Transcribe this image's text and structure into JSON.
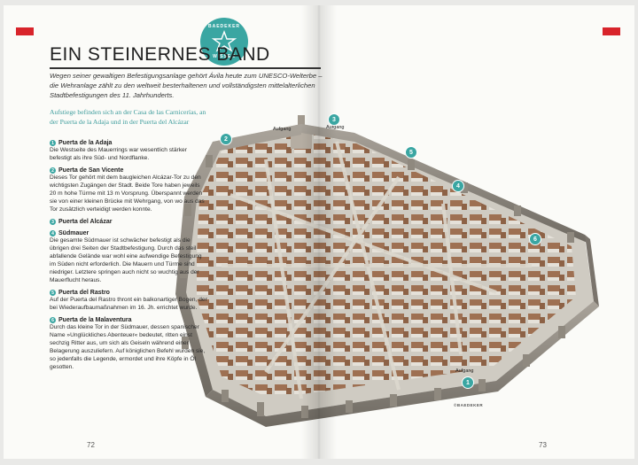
{
  "title": "EIN STEINERNES BAND",
  "badge": {
    "top": "BAEDEKER",
    "bottom": "WISSEN"
  },
  "intro": "Wegen seiner gewaltigen Befestigungsanlage gehört Ávila heute zum UNESCO-Welterbe – die Wehranlage zählt zu den weltweit besterhaltenen und vollständigsten mittelalterlichen Stadtbefestigungen des 11. Jahrhunderts.",
  "lead": "Aufstiege befinden sich an der Casa de las Carnicerías, an der Puerta de la Adaja und in der Puerta del Alcázar",
  "items": [
    {
      "num": "1",
      "head": "Puerta de la Adaja",
      "text": "Die Westseite des Mauerrings war wesentlich stärker befestigt als ihre Süd- und Nordflanke."
    },
    {
      "num": "2",
      "head": "Puerta de San Vicente",
      "text": "Dieses Tor gehört mit dem baugleichen Alcázar-Tor zu den wichtigsten Zugängen der Stadt. Beide Tore haben jeweils 20 m hohe Türme mit 13 m Vorsprung. Überspannt werden sie von einer kleinen Brücke mit Wehrgang, von wo aus das Tor zusätzlich verteidigt werden konnte."
    },
    {
      "num": "3",
      "head": "Puerta del Alcázar",
      "text": ""
    },
    {
      "num": "4",
      "head": "Südmauer",
      "text": "Die gesamte Südmauer ist schwächer befestigt als die übrigen drei Seiten der Stadtbefestigung. Durch das steil abfallende Gelände war wohl eine aufwendige Befestigung im Süden nicht erforderlich. Die Mauern und Türme sind niedriger. Letztere springen auch nicht so wuchtig aus der Mauerflucht heraus."
    },
    {
      "num": "5",
      "head": "Puerta del Rastro",
      "text": "Auf der Puerta del Rastro thront ein balkonartiger Bogen, der bei Wiederaufbaumaßnahmen im 16. Jh. errichtet wurde."
    },
    {
      "num": "6",
      "head": "Puerta de la Malaventura",
      "text": "Durch das kleine Tor in der Südmauer, dessen spanischer Name »Unglückliches Abenteuer« bedeutet, ritten einst sechzig Ritter aus, um sich als Geiseln während einer Belagerung auszuliefern. Auf königlichen Befehl wurden sie, so jedenfalls die Legende, ermordet und ihre Köpfe in Öl gesotten."
    }
  ],
  "page_left": "72",
  "page_right": "73",
  "illustration": {
    "gate_label_top": "Aufgang",
    "gate_label_top2": "Aufgang",
    "gate_label_bottom": "Aufgang",
    "credit": "©BAEDEKER",
    "markers": [
      "1",
      "2",
      "3",
      "4",
      "5",
      "6"
    ]
  },
  "colors": {
    "accent": "#3aa6a2",
    "red_tab": "#d8242b"
  }
}
